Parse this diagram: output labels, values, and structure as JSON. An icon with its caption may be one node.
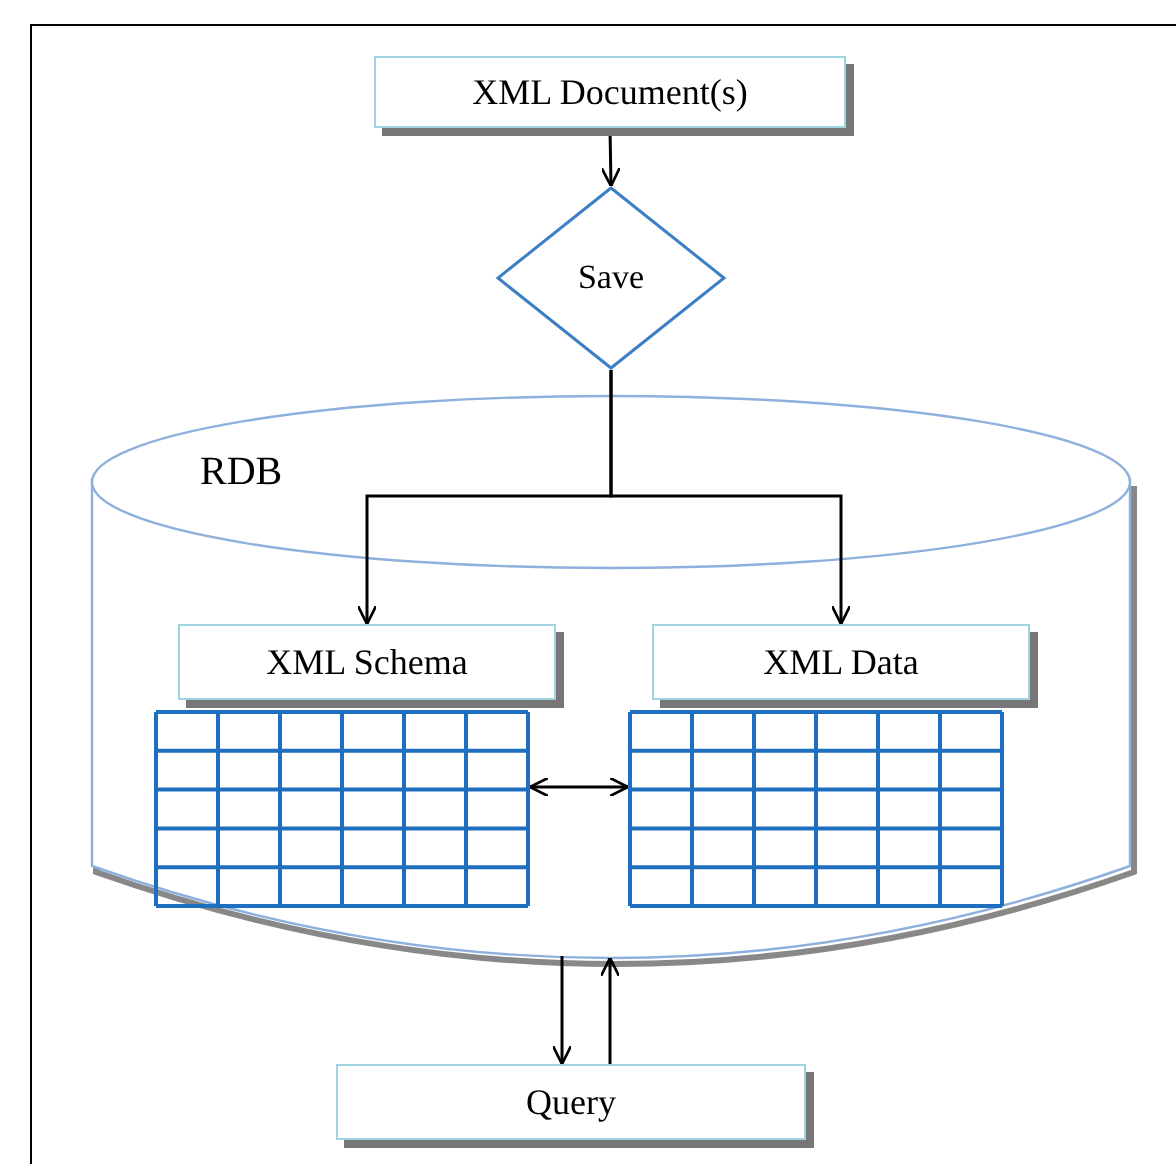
{
  "diagram": {
    "nodes": [
      {
        "text": [
          "XML Document(s)"
        ]
      },
      {
        "text": [
          "Save"
        ]
      },
      {
        "text": [
          "RDB"
        ]
      },
      {
        "text": [
          "XML Schema"
        ],
        "in": 2
      },
      {
        "text": [
          "XML Data"
        ],
        "in": 2
      },
      {
        "text": [],
        "shape": "table",
        "in": 2
      },
      {
        "text": [],
        "shape": "table",
        "in": 2
      },
      {
        "text": [
          "Query"
        ]
      }
    ],
    "edges": [
      {
        "from": 0,
        "to": 1,
        "arrow": "to"
      },
      {
        "from": 1,
        "to": 3,
        "arrow": "to"
      },
      {
        "from": 1,
        "to": 4,
        "arrow": "to"
      },
      {
        "from": 5,
        "to": 6,
        "arrow": "both"
      },
      {
        "from": 2,
        "to": 7,
        "arrow": "to"
      },
      {
        "from": 7,
        "to": 2,
        "arrow": "to"
      }
    ]
  }
}
